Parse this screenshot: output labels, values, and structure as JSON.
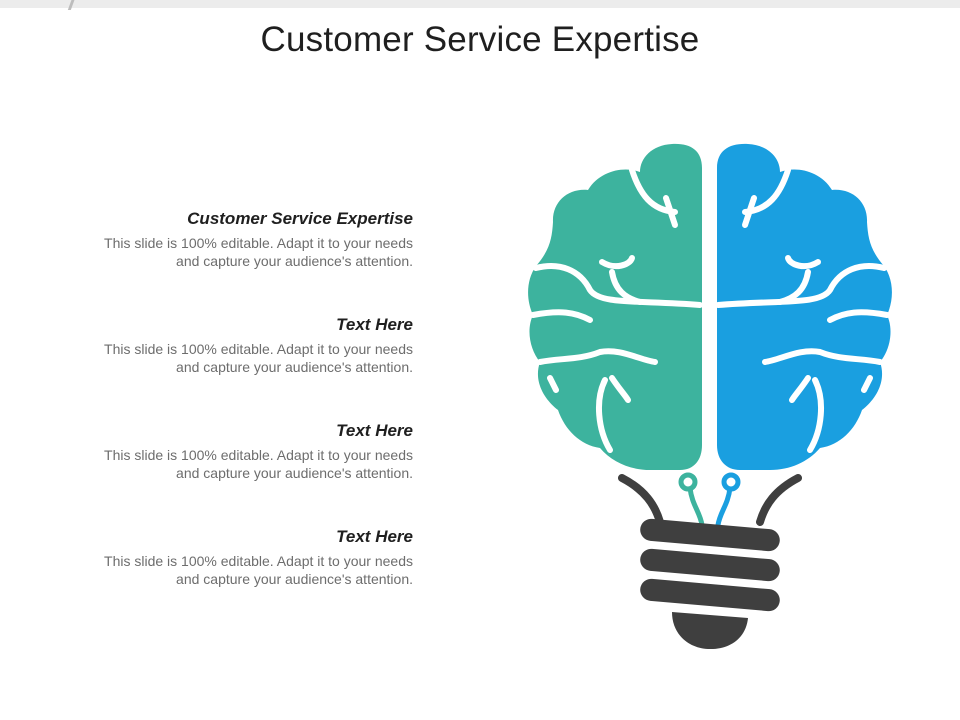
{
  "slide": {
    "title": "Customer Service Expertise"
  },
  "items": [
    {
      "heading": "Customer Service Expertise",
      "desc_line1": "This slide is 100% editable. Adapt it to your needs",
      "desc_line2": "and capture your audience's attention."
    },
    {
      "heading": "Text Here",
      "desc_line1": "This slide is 100% editable. Adapt it to your needs",
      "desc_line2": "and capture your audience's attention."
    },
    {
      "heading": "Text Here",
      "desc_line1": "This slide is 100% editable. Adapt it to your needs",
      "desc_line2": "and capture your audience's attention."
    },
    {
      "heading": "Text Here",
      "desc_line1": "This slide is 100% editable. Adapt it to your needs",
      "desc_line2": "and capture your audience's attention."
    }
  ],
  "colors": {
    "left_hemisphere": "#3db39e",
    "right_hemisphere": "#1a9fe0",
    "bulb_base": "#3f3f3f"
  },
  "icons": [
    "brain-bulb-icon"
  ]
}
